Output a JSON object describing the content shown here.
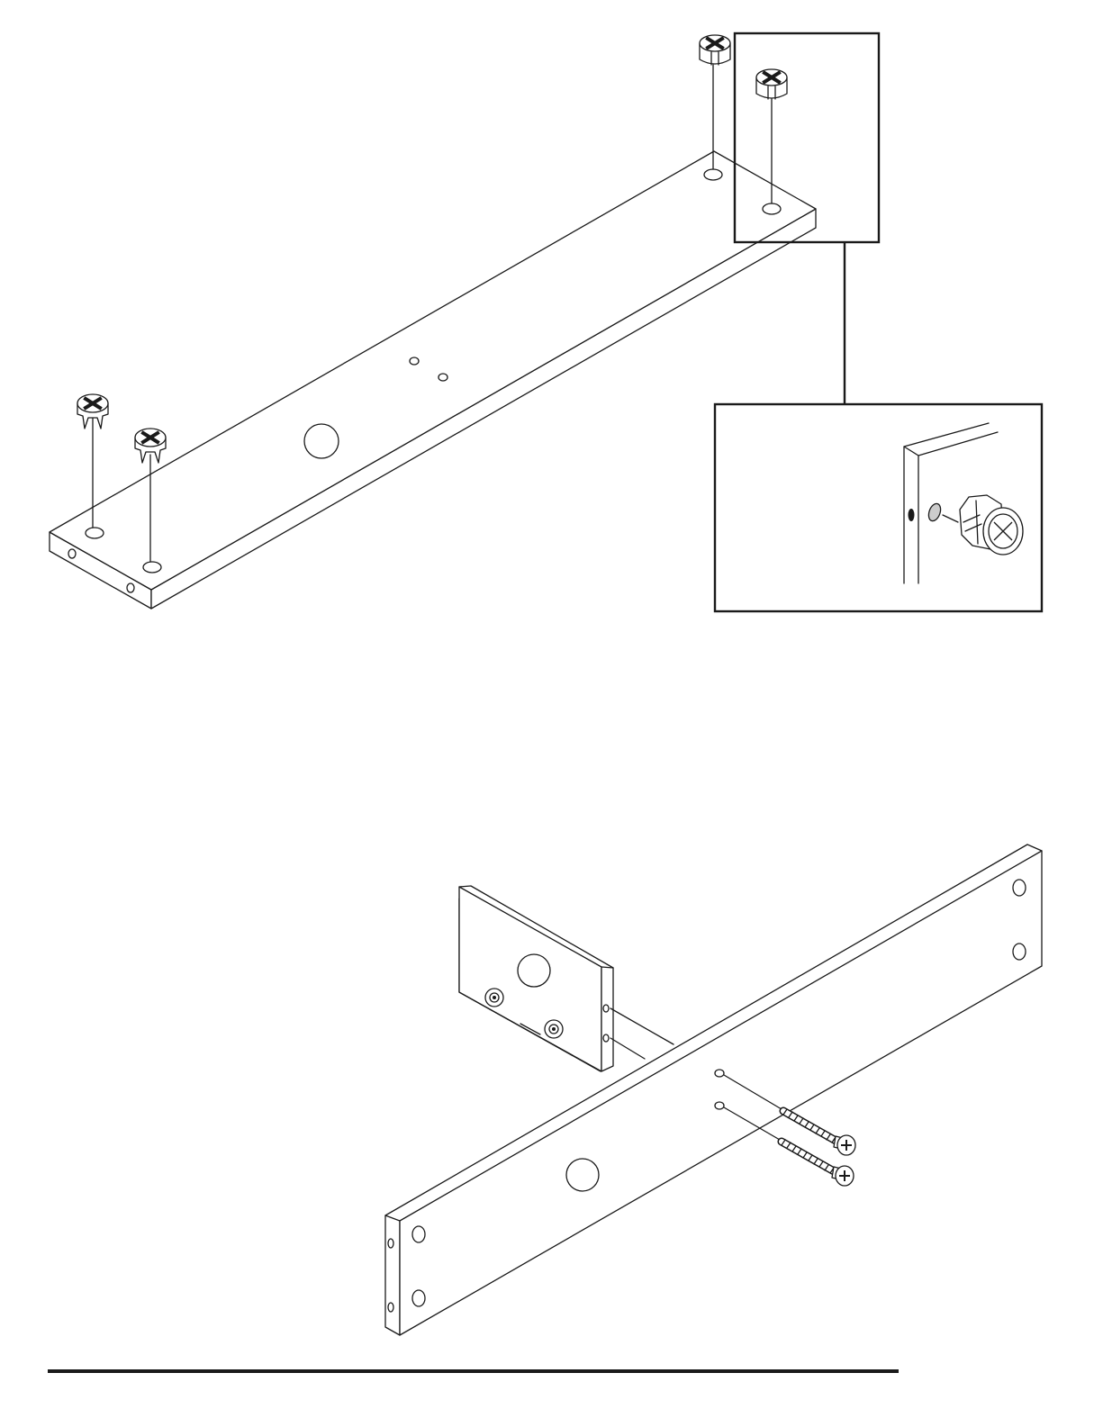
{
  "page": {
    "background": "#ffffff",
    "ink": "#1a1a1a"
  },
  "step_top": {
    "parts": [
      "shelf-board",
      "cam-lock"
    ],
    "cam_lock_count": 4,
    "detail_callout": true
  },
  "step_bottom": {
    "parts": [
      "end-panel",
      "rail-board",
      "screw"
    ],
    "screw_count": 2
  },
  "icons": {
    "cam_lock": "cam-lock-icon",
    "screw": "screw-icon",
    "hole": "hole-icon"
  }
}
